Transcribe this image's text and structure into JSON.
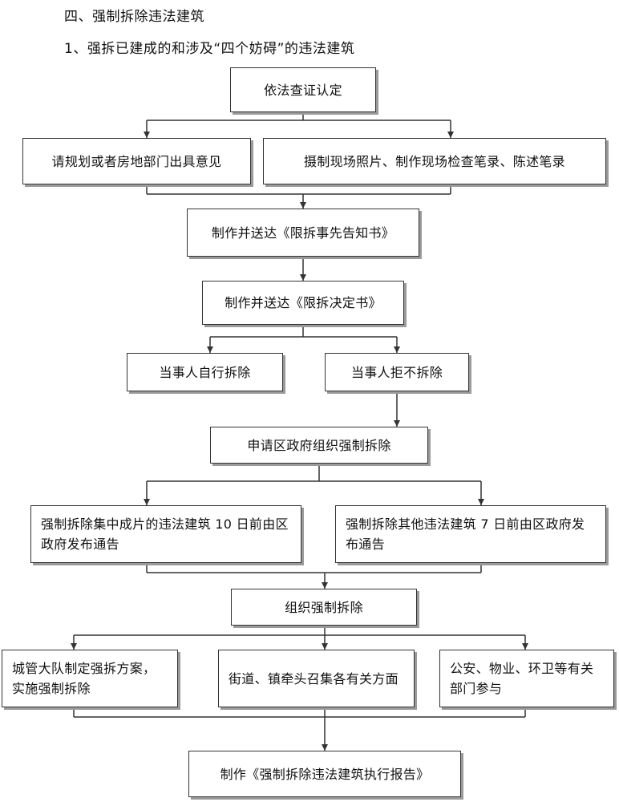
{
  "section_heading": "四、强制拆除违法建筑",
  "sub_heading": "1、强拆已建成的和涉及“四个妨碍”的违法建筑",
  "nodes": {
    "verify": "依法查证认定",
    "opinion": "请规划或者房地部门出具意见",
    "photos": "摄制现场照片、制作现场检查笔录、陈述笔录",
    "notice": "制作并送达《限拆事先告知书》",
    "decision": "制作并送达《限拆决定书》",
    "self_demolish": "当事人自行拆除",
    "refuse": "当事人拒不拆除",
    "apply": "申请区政府组织强制拆除",
    "announce_10": "强制拆除集中成片的违法建筑 10 日前由区政府发布通告",
    "announce_7": "强制拆除其他违法建筑 7 日前由区政府发布通告",
    "organize": "组织强制拆除",
    "plan": "城管大队制定强拆方案，实施强制拆除",
    "streets": "街道、镇牵头召集各有关方面",
    "police": "公安、物业、环卫等有关部门参与",
    "report": "制作《强制拆除违法建筑执行报告》"
  }
}
